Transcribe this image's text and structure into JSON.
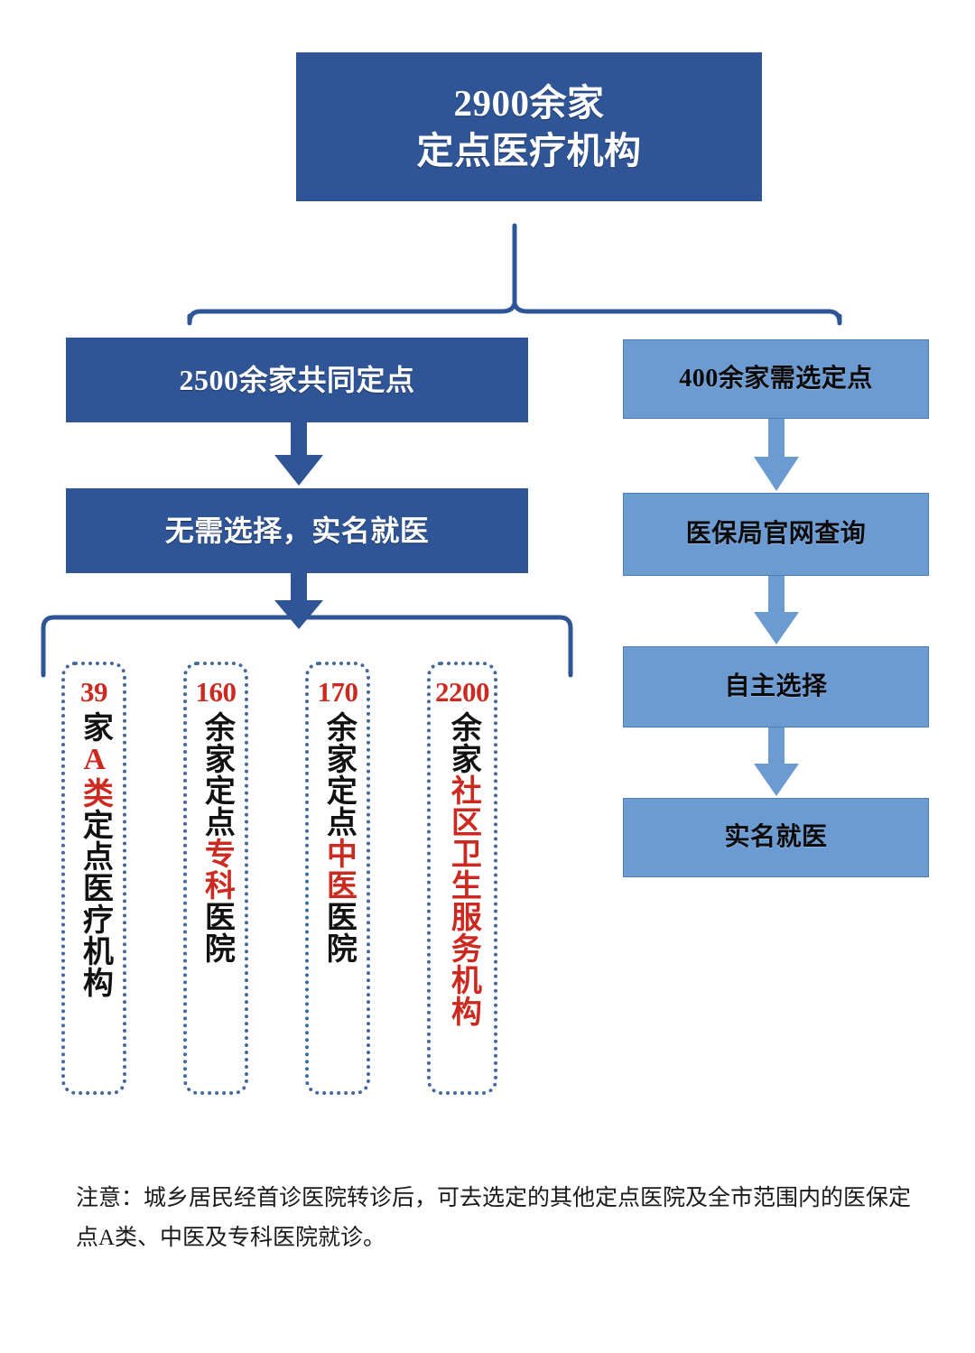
{
  "colors": {
    "dark_blue": "#2F5597",
    "light_blue": "#6C9BD2",
    "red": "#CC2A20",
    "dotted_border": "#44689B",
    "white": "#FFFFFF",
    "black": "#111111"
  },
  "title": {
    "line1": "2900余家",
    "line2": "定点医疗机构"
  },
  "left_branch": {
    "head": "2500余家共同定点",
    "second": "无需选择，实名就医",
    "cards": [
      {
        "number": "39",
        "segments": [
          {
            "text": "家",
            "color": "black"
          },
          {
            "text": "A类",
            "color": "red"
          },
          {
            "text": "定点医疗机构",
            "color": "black"
          }
        ]
      },
      {
        "number": "160",
        "segments": [
          {
            "text": "余家定点",
            "color": "black"
          },
          {
            "text": "专科",
            "color": "red"
          },
          {
            "text": "医院",
            "color": "black"
          }
        ]
      },
      {
        "number": "170",
        "segments": [
          {
            "text": "余家定点",
            "color": "black"
          },
          {
            "text": "中医",
            "color": "red"
          },
          {
            "text": "医院",
            "color": "black"
          }
        ]
      },
      {
        "number": "2200",
        "segments": [
          {
            "text": "余家",
            "color": "black"
          },
          {
            "text": "社区卫生服务机构",
            "color": "red"
          }
        ]
      }
    ]
  },
  "right_branch": {
    "head": "400余家需选定点",
    "second": "医保局官网查询",
    "third": "自主选择",
    "fourth": "实名就医"
  },
  "footnote": "注意：城乡居民经首诊医院转诊后，可去选定的其他定点医院及全市范围内的医保定点A类、中医及专科医院就诊。"
}
